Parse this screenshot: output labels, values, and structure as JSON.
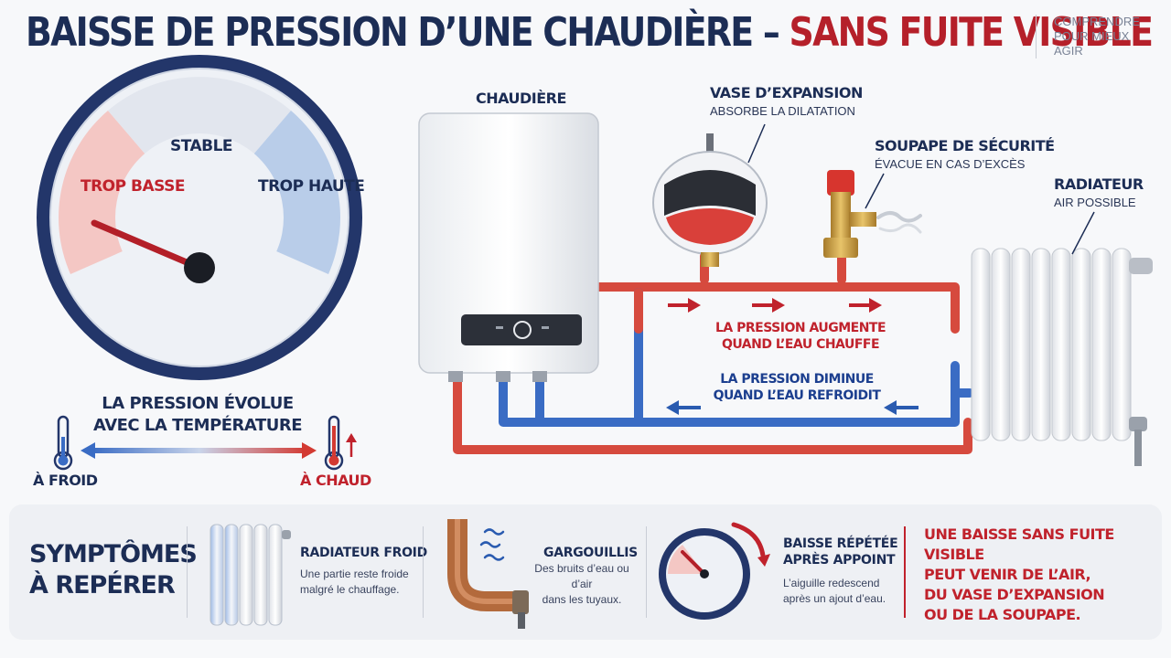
{
  "title": {
    "main": "BAISSE DE PRESSION D’UNE CHAUDIÈRE – ",
    "accent": "SANS FUITE VISIBLE"
  },
  "tagline": "COMPRENDRE POUR MIEUX AGIR",
  "gauge": {
    "zone_low": "TROP BASSE",
    "zone_stable": "STABLE",
    "zone_high": "TROP HAUTE",
    "caption": "LA PRESSION ÉVOLUE AVEC LA TEMPÉRATURE",
    "cold_label": "À FROID",
    "hot_label": "À CHAUD"
  },
  "components": {
    "boiler": "CHAUDIÈRE",
    "expansion_title": "VASE D’EXPANSION",
    "expansion_sub": "ABSORBE LA DILATATION",
    "valve_title": "SOUPAPE DE SÉCURITÉ",
    "valve_sub": "ÉVACUE EN CAS D’EXCÈS",
    "radiator_title": "RADIATEUR",
    "radiator_sub": "AIR POSSIBLE"
  },
  "flow": {
    "hot_line1": "LA PRESSION AUGMENTE",
    "hot_line2": "QUAND L’EAU CHAUFFE",
    "cold_line1": "LA PRESSION DIMINUE",
    "cold_line2": "QUAND L’EAU REFROIDIT"
  },
  "symptoms": {
    "heading_line1": "SYMPTÔMES",
    "heading_line2": "À REPÉRER",
    "items": [
      {
        "title": "RADIATEUR FROID",
        "desc_line1": "Une partie reste froide",
        "desc_line2": "malgré le chauffage."
      },
      {
        "title": "GARGOUILLIS",
        "desc_line1": "Des bruits d’eau ou d’air",
        "desc_line2": "dans les tuyaux."
      },
      {
        "title_line1": "BAISSE RÉPÉTÉE",
        "title_line2": "APRÈS APPOINT",
        "desc_line1": "L’aiguille redescend",
        "desc_line2": "après un ajout d’eau."
      }
    ],
    "warning_line1": "UNE BAISSE SANS FUITE VISIBLE",
    "warning_line2": "PEUT VENIR DE L’AIR,",
    "warning_line3": "DU VASE D’EXPANSION",
    "warning_line4": "OU DE LA SOUPAPE."
  },
  "colors": {
    "navy": "#1c2d55",
    "red": "#c0222c",
    "pipe_red": "#d64a3e",
    "pipe_blue": "#3a6cc4"
  }
}
